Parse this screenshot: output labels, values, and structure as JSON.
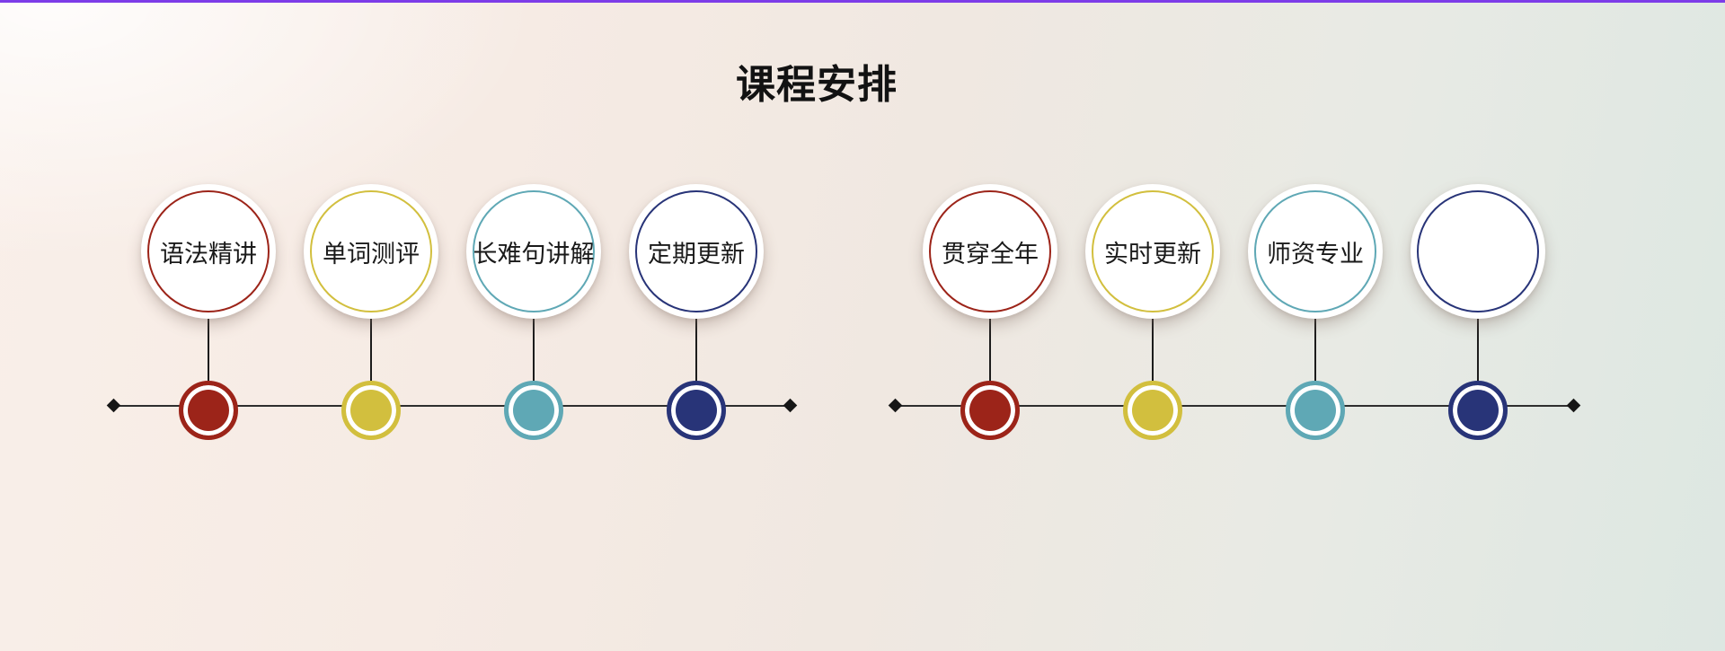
{
  "page": {
    "title": "课程安排",
    "top_border_color": "#7d3ce8"
  },
  "colors": {
    "axis": "#2e2e2e",
    "diamond": "#161616",
    "connector": "#1c1c1c",
    "red": "#9c2419",
    "yellow": "#d2bf3e",
    "teal": "#5fa8b5",
    "navy": "#283478"
  },
  "groups": [
    {
      "name": "left-timeline",
      "items": [
        {
          "label": "语法精讲",
          "color": "#9c2419"
        },
        {
          "label": "单词测评",
          "color": "#d2bf3e"
        },
        {
          "label": "长难句讲解",
          "color": "#5fa8b5"
        },
        {
          "label": "定期更新",
          "color": "#283478"
        }
      ]
    },
    {
      "name": "right-timeline",
      "items": [
        {
          "label": "贯穿全年",
          "color": "#9c2419"
        },
        {
          "label": "实时更新",
          "color": "#d2bf3e"
        },
        {
          "label": "师资专业",
          "color": "#5fa8b5"
        },
        {
          "label": "",
          "color": "#283478"
        }
      ]
    }
  ]
}
